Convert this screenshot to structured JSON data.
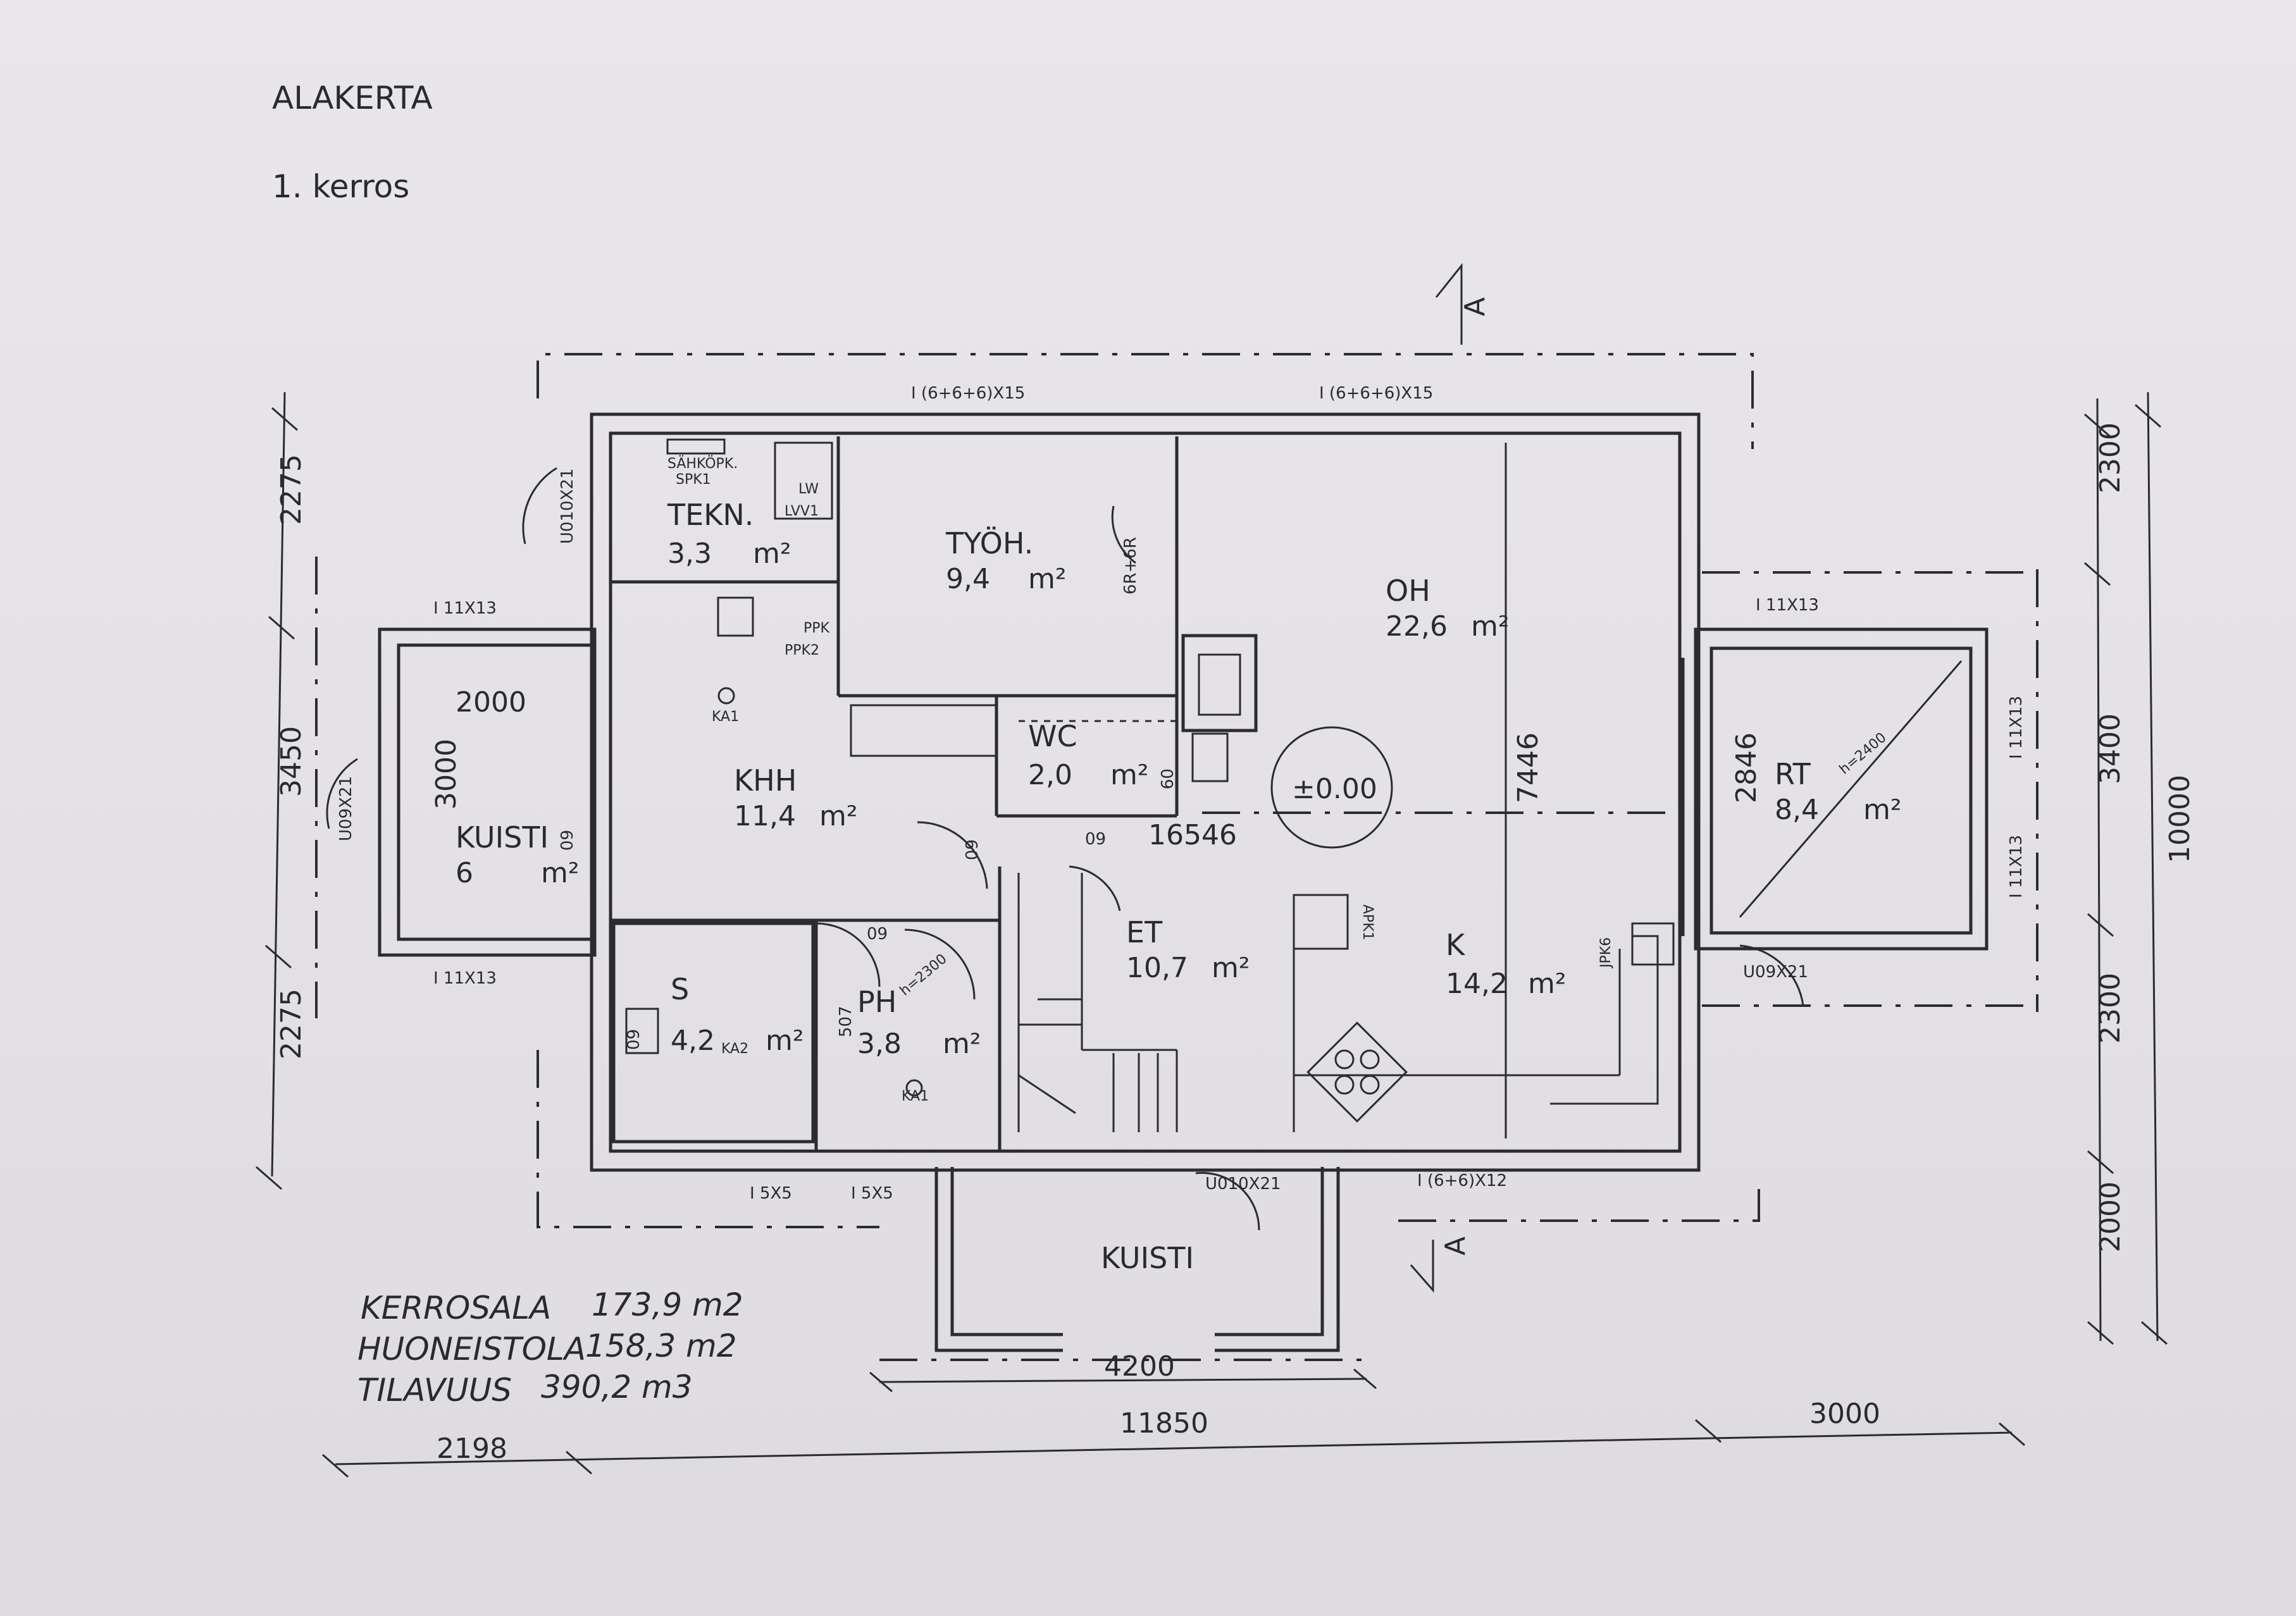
{
  "header": {
    "title": "ALAKERTA",
    "subtitle": "1. kerros"
  },
  "rooms": [
    {
      "id": "tekn",
      "name": "TEKN.",
      "area": "3,3",
      "unit": "m²"
    },
    {
      "id": "tyoh",
      "name": "TYÖH.",
      "area": "9,4",
      "unit": "m²"
    },
    {
      "id": "oh",
      "name": "OH",
      "area": "22,6",
      "unit": "m²"
    },
    {
      "id": "khh",
      "name": "KHH",
      "area": "11,4",
      "unit": "m²"
    },
    {
      "id": "wc",
      "name": "WC",
      "area": "2,0",
      "unit": "m²"
    },
    {
      "id": "kuisti-west",
      "name": "KUISTI",
      "area": "6",
      "unit": "m²"
    },
    {
      "id": "rt",
      "name": "RT",
      "area": "8,4",
      "unit": "m²"
    },
    {
      "id": "et",
      "name": "ET",
      "area": "10,7",
      "unit": "m²"
    },
    {
      "id": "k",
      "name": "K",
      "area": "14,2",
      "unit": "m²"
    },
    {
      "id": "s",
      "name": "S",
      "area": "4,2",
      "unit": "m²"
    },
    {
      "id": "ph",
      "name": "PH",
      "area": "3,8",
      "unit": "m²"
    },
    {
      "id": "kuisti-south",
      "name": "KUISTI"
    }
  ],
  "windows": {
    "top_left": "I (6+6+6)X15",
    "top_right": "I (6+6+6)X15",
    "west_top": "I 11X13",
    "west_bottom": "I 11X13",
    "east_top": "I 11X13",
    "east_right_upper": "I 11X13",
    "east_right_lower": "I 11X13",
    "bottom_left_1": "I 5X5",
    "bottom_left_2": "I 5X5",
    "bottom_right": "I (6+6)X12"
  },
  "doors": {
    "west_upper": "U010X21",
    "west_lower": "U09X21",
    "south": "U010X21",
    "east": "U09X21",
    "khh": "09",
    "et": "09",
    "ph_a": "09",
    "ph_b": "09",
    "ph_c": "507",
    "tyoh": "6R+6R",
    "wc": "09",
    "kuisti": "09"
  },
  "labels": {
    "sahkopk": "SÄHKÖPK.",
    "spk1": "SPK1",
    "lw": "LW",
    "lvv1": "LVV1",
    "ppk": "PPK",
    "ppk2": "PPK2",
    "ka1_khh": "KA1",
    "ka1_ph": "KA1",
    "ka2": "KA2",
    "apk1": "APK1",
    "jpk6": "JPK6",
    "level": "±0.00",
    "h2400": "h=2400",
    "h2300": "h=2300",
    "kuisti_inner_w": "2000",
    "kuisti_inner_h": "3000",
    "total_length": "16546",
    "rt_width": "2846",
    "section_a": "A",
    "oh_dim": "7446"
  },
  "dimensions": {
    "left": [
      "2275",
      "3450",
      "2275"
    ],
    "right_inner": [
      "2300",
      "3400",
      "2300"
    ],
    "right_total": "10000",
    "right_bottom": "2000",
    "bottom": [
      "2198",
      "11850",
      "3000"
    ],
    "kuisti_width": "4200"
  },
  "summary": {
    "kerrosala_label": "KERROSALA",
    "kerrosala_value": "173,9 m2",
    "huoneistola_label": "HUONEISTOLA",
    "huoneistola_value": "158,3 m2",
    "tilavuus_label": "TILAVUUS",
    "tilavuus_value": "390,2 m3"
  }
}
